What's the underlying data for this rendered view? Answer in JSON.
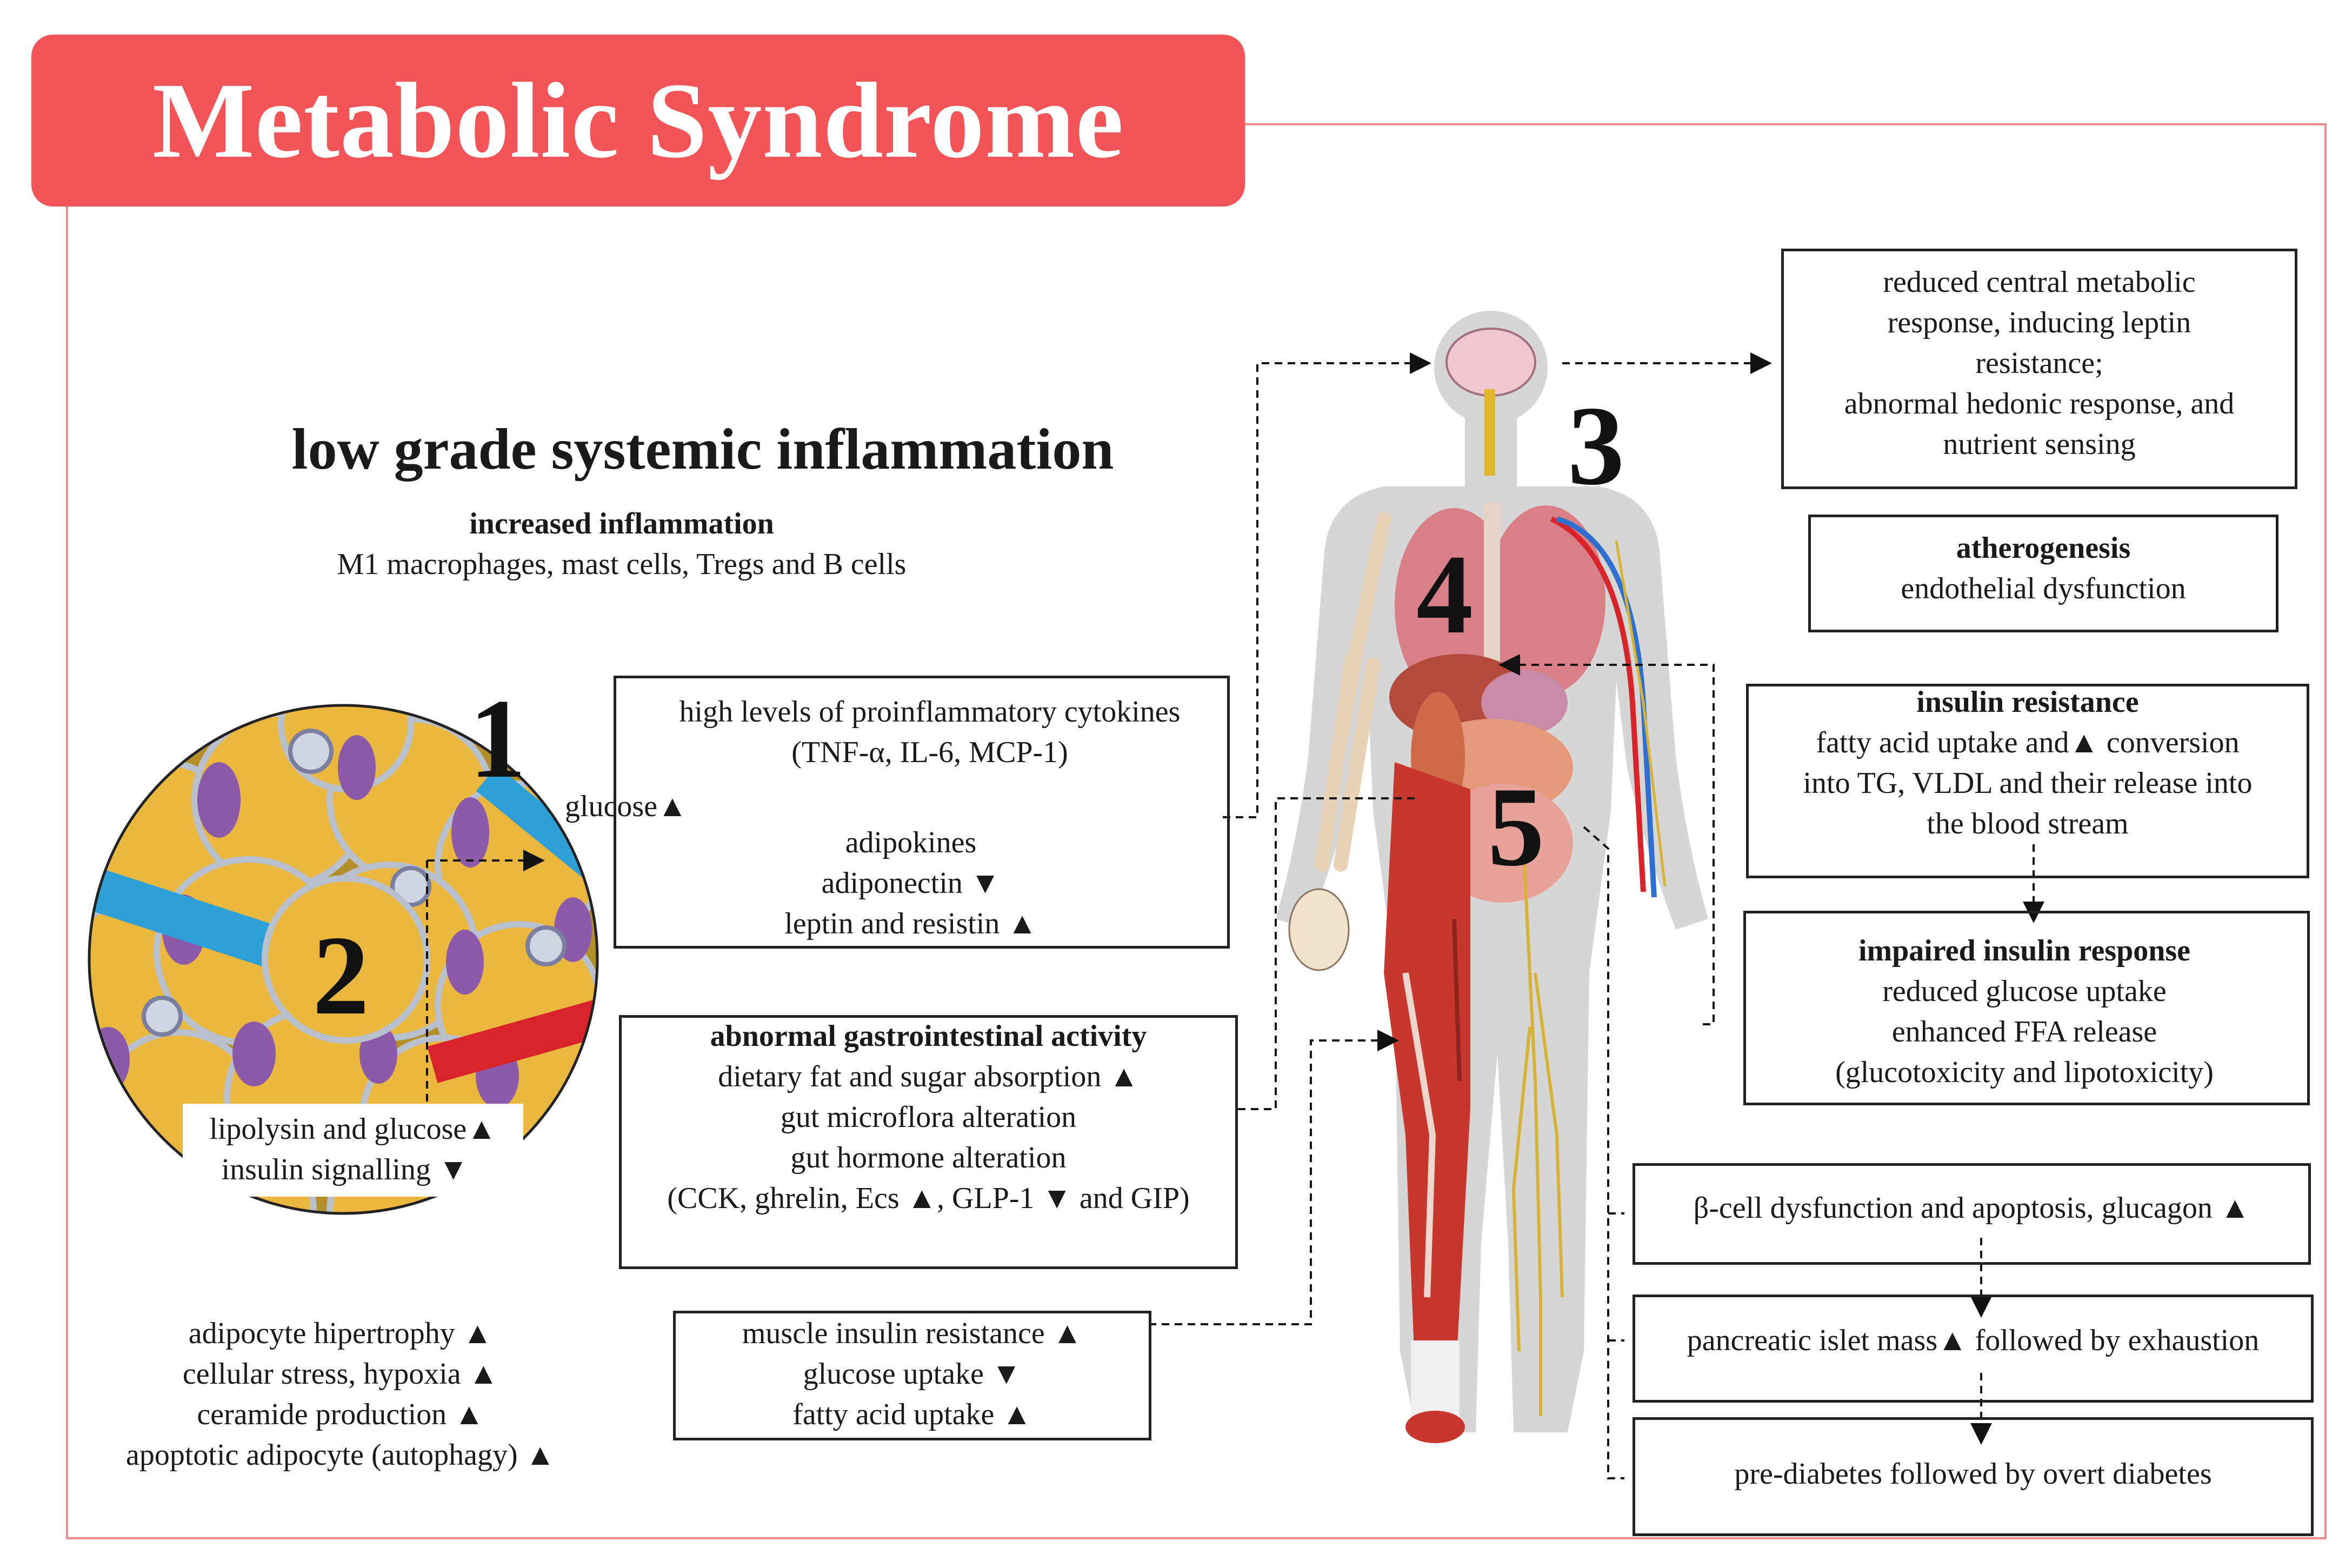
{
  "title": "Metabolic Syndrome",
  "heading": "low grade systemic inflammation",
  "inflammation": {
    "title": "increased inflammation",
    "cells": "M1 macrophages, mast cells, Tregs and B cells"
  },
  "numbers": {
    "n1": "1",
    "n2": "2",
    "n3": "3",
    "n4": "4",
    "n5": "5"
  },
  "glucose": "glucose▲",
  "cytokines": {
    "line1": "high levels of proinflammatory cytokines",
    "line2": "(TNF-α, IL-6, MCP-1)",
    "adipokines": "adipokines",
    "adiponectin": "adiponectin ▼",
    "leptin": "leptin and resistin ▲"
  },
  "adipose_box": {
    "line1": "lipolysin and glucose▲",
    "line2": "insulin signalling ▼"
  },
  "adipocyte": [
    "adipocyte hipertrophy ▲",
    "cellular stress, hypoxia ▲",
    "ceramide production ▲",
    "apoptotic adipocyte (autophagy) ▲"
  ],
  "gi": {
    "title": "abnormal gastrointestinal activity",
    "lines": [
      "dietary fat and sugar absorption ▲",
      "gut microflora alteration",
      "gut hormone alteration",
      "(CCK, ghrelin, Ecs ▲, GLP-1 ▼ and GIP)"
    ]
  },
  "muscle": [
    "muscle insulin resistance ▲",
    "glucose uptake ▼",
    "fatty acid uptake ▲"
  ],
  "brain": [
    "reduced central metabolic",
    "response, inducing leptin",
    "resistance;",
    "abnormal hedonic response, and",
    "nutrient sensing"
  ],
  "athero": {
    "title": "atherogenesis",
    "line": "endothelial dysfunction"
  },
  "insulin_resistance": {
    "title": "insulin resistance",
    "lines": [
      "fatty acid uptake and▲ conversion",
      "into TG, VLDL and their release into",
      "the blood stream"
    ]
  },
  "impaired": {
    "title": "impaired insulin response",
    "lines": [
      "reduced glucose uptake",
      "enhanced FFA release",
      "(glucotoxicity and lipotoxicity)"
    ]
  },
  "pancreas": {
    "beta": "β-cell dysfunction and apoptosis, glucagon ▲",
    "islet": "pancreatic islet mass▲ followed by exhaustion",
    "diabetes": "pre-diabetes followed by overt diabetes"
  },
  "colors": {
    "title_bg": "#f25458",
    "frame": "#f08b8b",
    "adipocyte_yellow": "#eab83e",
    "adipocyte_purple": "#8c5aa8",
    "vessel_blue": "#2f9fd8",
    "vessel_red": "#d8232a",
    "muscle_red": "#c8372d",
    "body_gray": "#d6d6d6"
  }
}
